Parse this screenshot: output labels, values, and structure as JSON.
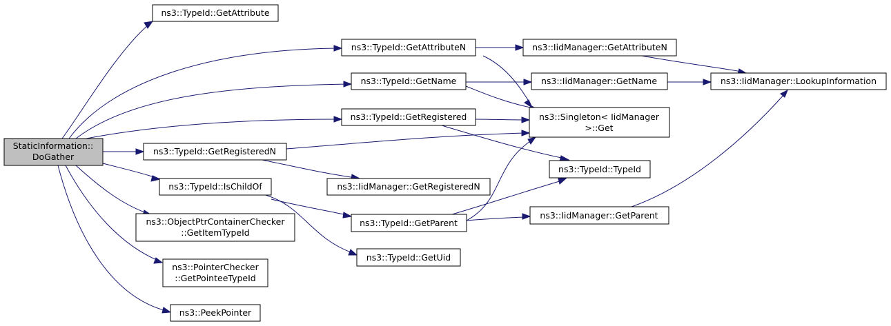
{
  "colors": {
    "edge": "#191970",
    "root_fill": "#bfbfbf",
    "node_fill": "#ffffff",
    "border": "#000000"
  },
  "nodes": {
    "dogather": {
      "lines": [
        "StaticInformation::",
        "DoGather"
      ]
    },
    "getattribute": {
      "lines": [
        "ns3::TypeId::GetAttribute"
      ]
    },
    "getattributen": {
      "lines": [
        "ns3::TypeId::GetAttributeN"
      ]
    },
    "iid_getattributen": {
      "lines": [
        "ns3::IidManager::GetAttributeN"
      ]
    },
    "lookupinformation": {
      "lines": [
        "ns3::IidManager::LookupInformation"
      ]
    },
    "getname": {
      "lines": [
        "ns3::TypeId::GetName"
      ]
    },
    "iid_getname": {
      "lines": [
        "ns3::IidManager::GetName"
      ]
    },
    "singleton_get": {
      "lines": [
        "ns3::Singleton< IidManager",
        ">::Get"
      ]
    },
    "getregistered": {
      "lines": [
        "ns3::TypeId::GetRegistered"
      ]
    },
    "getregisteredn": {
      "lines": [
        "ns3::TypeId::GetRegisteredN"
      ]
    },
    "typeid_ctor": {
      "lines": [
        "ns3::TypeId::TypeId"
      ]
    },
    "iid_getregisteredn": {
      "lines": [
        "ns3::IidManager::GetRegisteredN"
      ]
    },
    "ischildof": {
      "lines": [
        "ns3::TypeId::IsChildOf"
      ]
    },
    "getparent": {
      "lines": [
        "ns3::TypeId::GetParent"
      ]
    },
    "iid_getparent": {
      "lines": [
        "ns3::IidManager::GetParent"
      ]
    },
    "objptr_getitemtypeid": {
      "lines": [
        "ns3::ObjectPtrContainerChecker",
        "::GetItemTypeId"
      ]
    },
    "getuid": {
      "lines": [
        "ns3::TypeId::GetUid"
      ]
    },
    "pointer_getpointee": {
      "lines": [
        "ns3::PointerChecker",
        "::GetPointeeTypeId"
      ]
    },
    "peekpointer": {
      "lines": [
        "ns3::PeekPointer"
      ]
    }
  },
  "edges": [
    [
      "dogather",
      "getattribute"
    ],
    [
      "dogather",
      "getattributen"
    ],
    [
      "dogather",
      "getname"
    ],
    [
      "dogather",
      "getregistered"
    ],
    [
      "dogather",
      "getregisteredn"
    ],
    [
      "dogather",
      "ischildof"
    ],
    [
      "dogather",
      "objptr_getitemtypeid"
    ],
    [
      "dogather",
      "pointer_getpointee"
    ],
    [
      "dogather",
      "peekpointer"
    ],
    [
      "getattributen",
      "iid_getattributen"
    ],
    [
      "getattributen",
      "singleton_get"
    ],
    [
      "iid_getattributen",
      "lookupinformation"
    ],
    [
      "getname",
      "iid_getname"
    ],
    [
      "getname",
      "singleton_get"
    ],
    [
      "iid_getname",
      "lookupinformation"
    ],
    [
      "getregistered",
      "singleton_get"
    ],
    [
      "getregistered",
      "typeid_ctor"
    ],
    [
      "getregisteredn",
      "singleton_get"
    ],
    [
      "getregisteredn",
      "iid_getregisteredn"
    ],
    [
      "ischildof",
      "getparent"
    ],
    [
      "ischildof",
      "getuid"
    ],
    [
      "getparent",
      "singleton_get"
    ],
    [
      "getparent",
      "typeid_ctor"
    ],
    [
      "getparent",
      "iid_getparent"
    ],
    [
      "iid_getparent",
      "lookupinformation"
    ]
  ]
}
